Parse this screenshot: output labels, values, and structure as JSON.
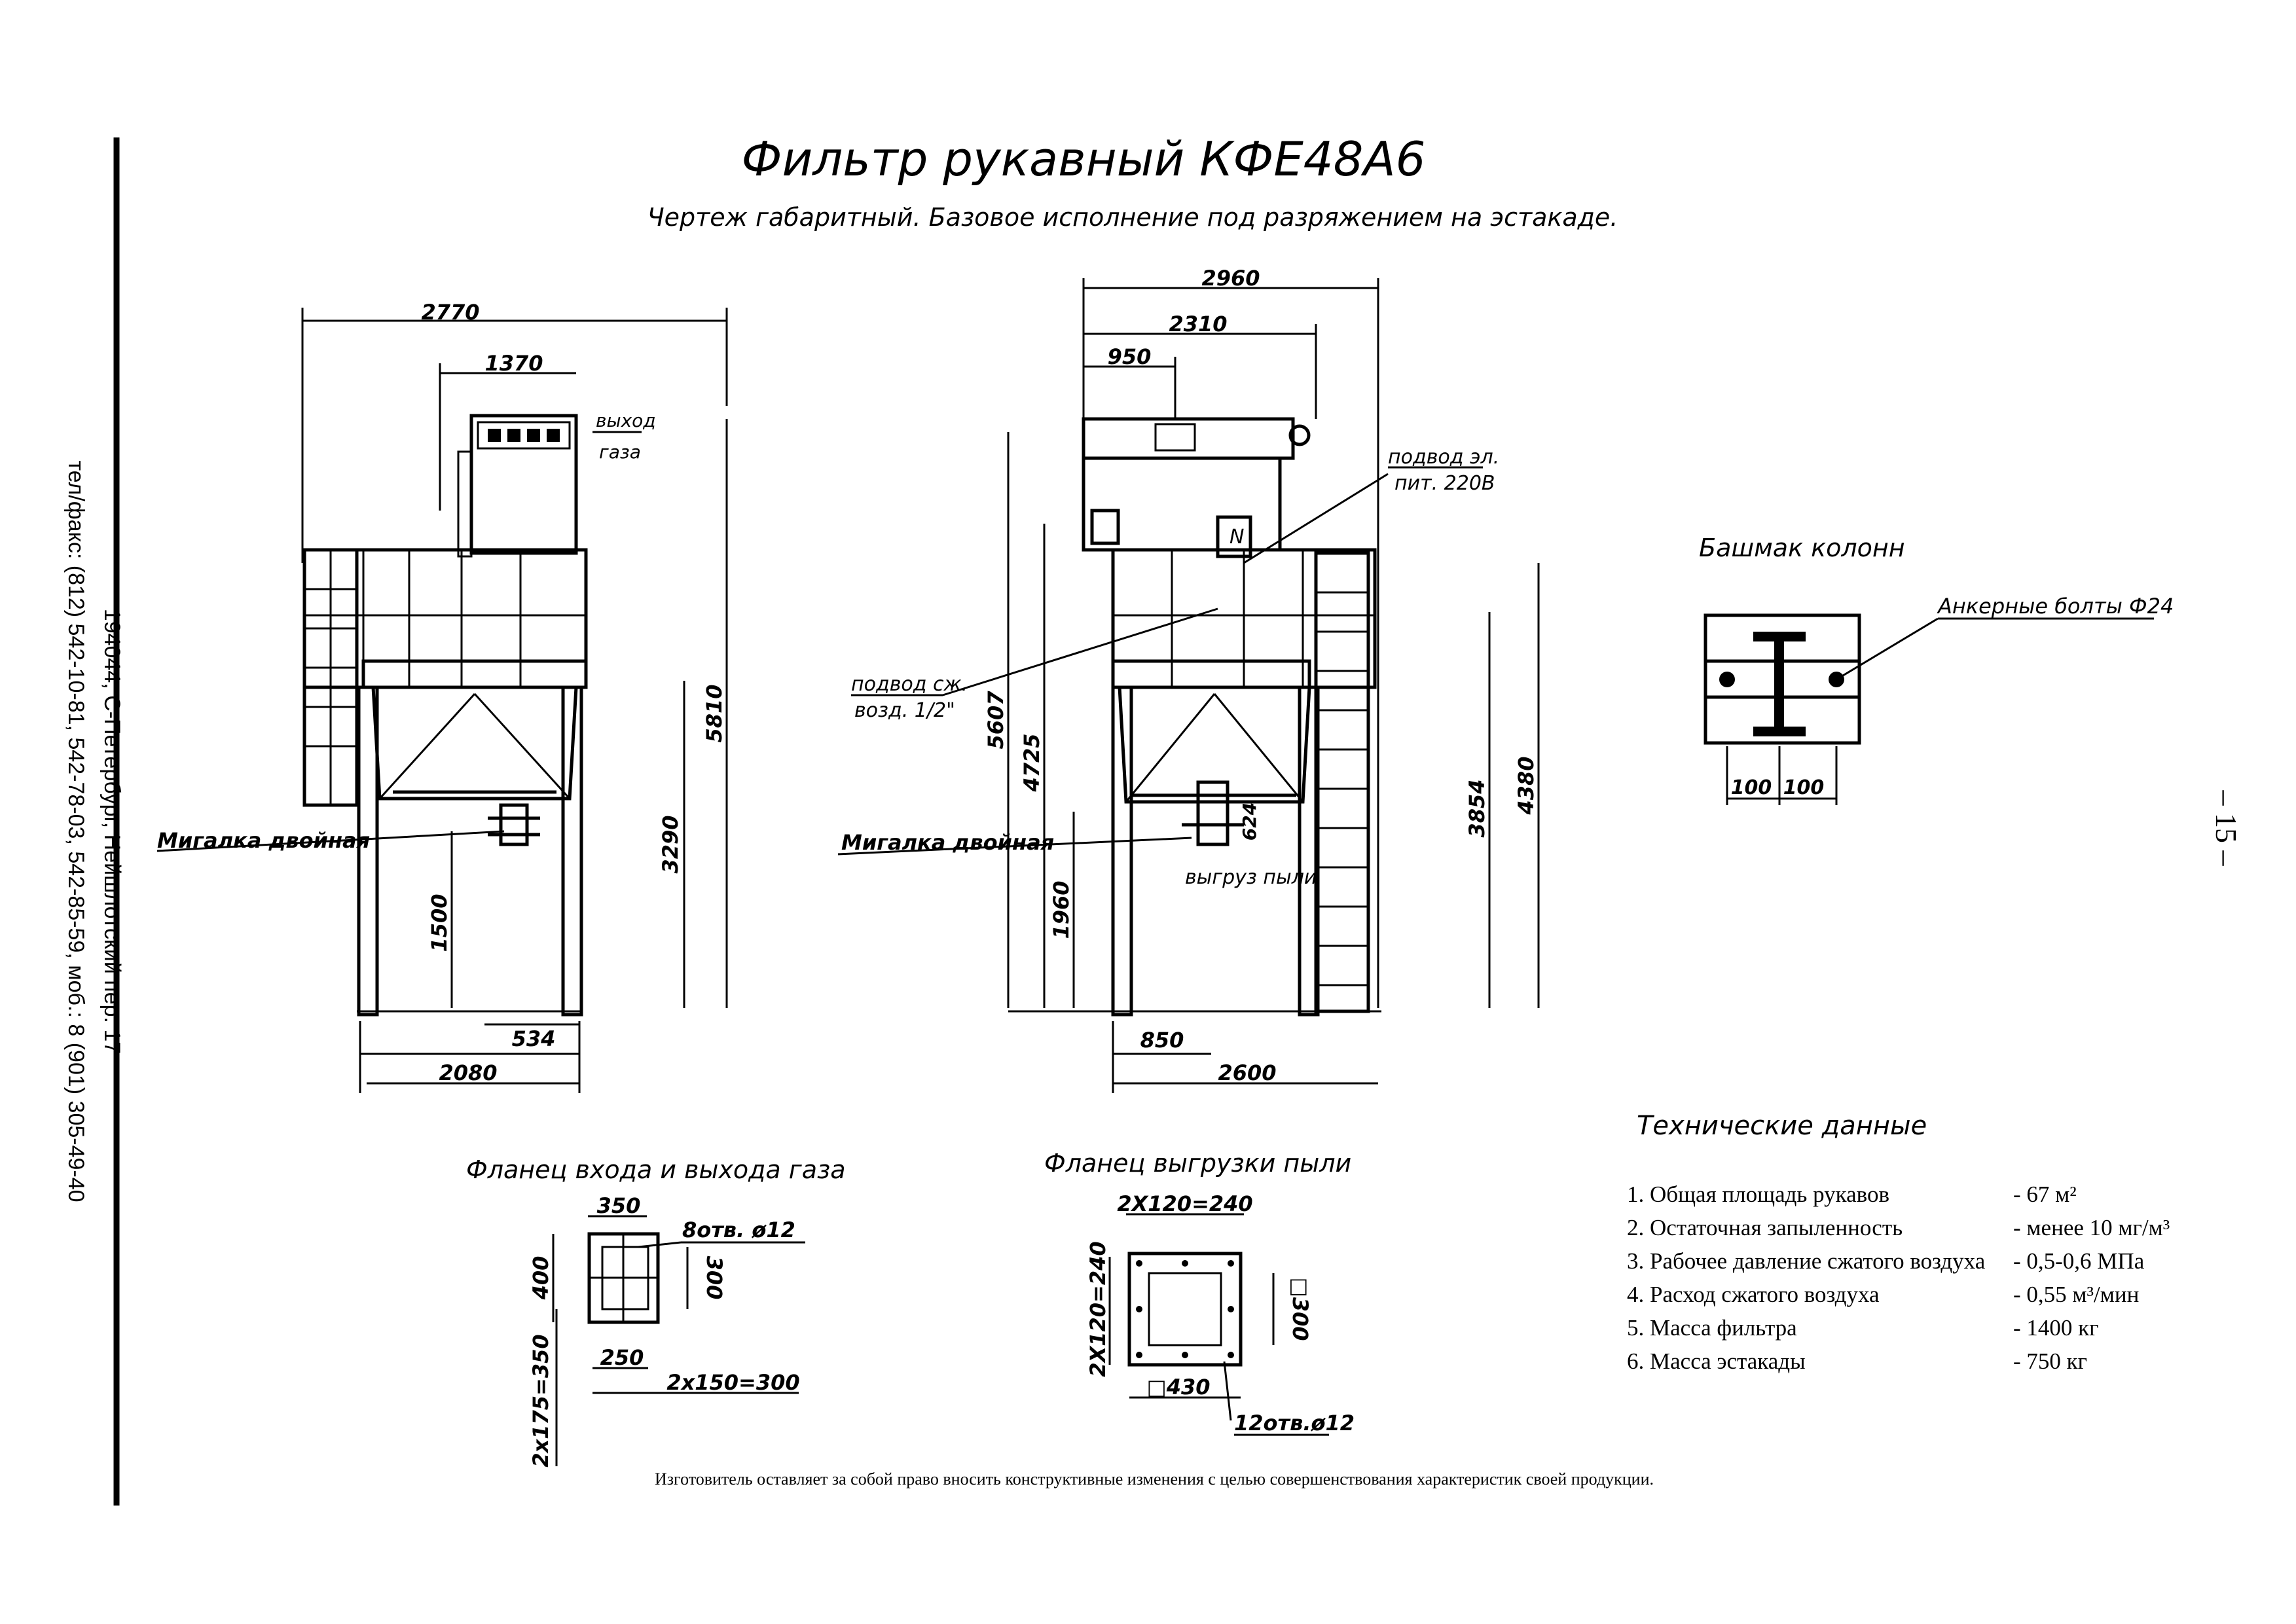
{
  "title": "Фильтр рукавный КФЕ48А6",
  "subtitle": "Чертеж габаритный. Базовое исполнение под разряжением на эстакаде.",
  "page_number": "– 15 –",
  "address": {
    "line1": "194044, С-Петербург, Нейшлотский пер. 17",
    "line2": "тел/факс: (812) 542-10-81, 542-78-03, 542-85-59, моб.: 8 (901) 305-49-40"
  },
  "view_left": {
    "dims": {
      "top": "2770",
      "upper": "1370",
      "height_total": "5810",
      "height_support": "3290",
      "height_valve": "1500",
      "bottom": "2080",
      "bottom_inner": "534"
    },
    "labels": {
      "gas_out_1": "выход",
      "gas_out_2": "газа",
      "valve": "Мигалка двойная"
    }
  },
  "view_front": {
    "dims": {
      "top": "2960",
      "mid": "2310",
      "small": "950",
      "h1": "5607",
      "h2": "4725",
      "h3": "1960",
      "h4": "3854",
      "h5": "4380",
      "h6": "624",
      "bottom": "2600",
      "bottom_inner": "850"
    },
    "labels": {
      "power_1": "подвод эл.",
      "power_2": "пит. 220В",
      "air_1": "подвод сж.",
      "air_2": "возд. 1/2\"",
      "valve": "Мигалка двойная",
      "dust": "выгруз пыли"
    }
  },
  "column_shoe": {
    "title": "Башмак колонн",
    "bolts": "Анкерные болты Ф24",
    "dim_left": "100",
    "dim_right": "100"
  },
  "flange_gas": {
    "title": "Фланец входа и выхода газа",
    "d1": "350",
    "d2": "8отв. ø12",
    "d3": "400",
    "d4": "300",
    "d5": "250",
    "d6": "2х150=300",
    "d7": "2х175=350"
  },
  "flange_dust": {
    "title": "Фланец выгрузки пыли",
    "d1": "2Х120=240",
    "d2": "2Х120=240",
    "d3": "□300",
    "d4": "□430",
    "d5": "12отв.ø12"
  },
  "tech": {
    "heading": "Технические данные",
    "rows": [
      {
        "name": "1. Общая площадь рукавов",
        "value": "- 67 м²"
      },
      {
        "name": "2. Остаточная запыленность",
        "value": "- менее 10 мг/м³"
      },
      {
        "name": "3. Рабочее давление сжатого воздуха",
        "value": "- 0,5-0,6 МПа"
      },
      {
        "name": "4. Расход сжатого воздуха",
        "value": "- 0,55 м³/мин"
      },
      {
        "name": "5. Масса фильтра",
        "value": "- 1400 кг"
      },
      {
        "name": "6. Масса эстакады",
        "value": "- 750 кг"
      }
    ]
  },
  "footnote": "Изготовитель оставляет за собой право вносить конструктивные изменения с целью совершенствования характеристик своей продукции."
}
